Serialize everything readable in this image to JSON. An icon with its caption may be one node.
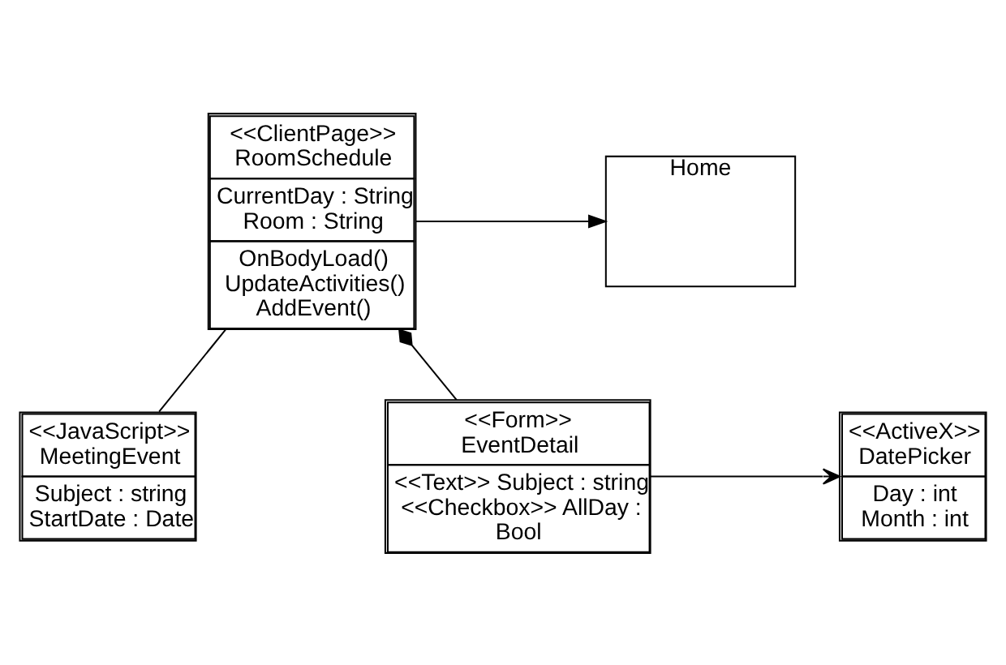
{
  "diagram": {
    "nodes": [
      {
        "text": [
          "<<ClientPage>> RoomSchedule",
          "CurrentDay : String Room : String",
          "OnBodyLoad() UpdateActivities() AddEvent()"
        ]
      },
      {
        "text": [
          "Home"
        ]
      },
      {
        "text": [
          "<<JavaScript>> MeetingEvent",
          "Subject : string StartDate : Date"
        ]
      },
      {
        "text": [
          "<<Form>> EventDetail",
          "<<Text>> Subject : string <<Checkbox>> AllDay : Bool"
        ]
      },
      {
        "text": [
          "<<ActiveX>> DatePicker",
          "Day : int Month : int"
        ]
      }
    ],
    "edges": [
      {
        "from": 0,
        "to": 1,
        "arrow": "to"
      },
      {
        "from": 0,
        "to": 2,
        "arrow": "none"
      },
      {
        "from": 0,
        "to": 3,
        "arrow": "other"
      },
      {
        "from": 3,
        "to": 4,
        "arrow": "to"
      }
    ]
  }
}
